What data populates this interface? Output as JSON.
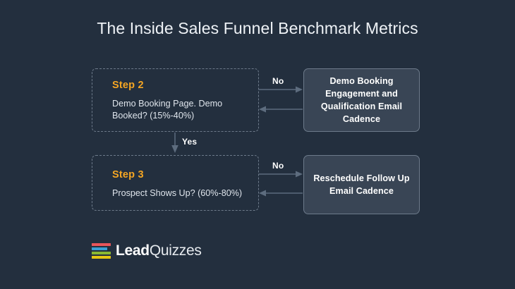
{
  "page": {
    "title": "The Inside Sales Funnel Benchmark Metrics",
    "background_color": "#232f3e",
    "accent_color": "#f5a623",
    "connector_color": "#5d6c7e",
    "action_box_fill": "#394555",
    "border_color": "#6d7a8a"
  },
  "diagram": {
    "decision_nodes": [
      {
        "id": "step2",
        "step_label": "Step 2",
        "description": "Demo Booking Page. Demo Booked? (15%-40%)",
        "metric_range": "15%-40%"
      },
      {
        "id": "step3",
        "step_label": "Step 3",
        "description": "Prospect Shows Up? (60%-80%)",
        "metric_range": "60%-80%"
      }
    ],
    "action_nodes": [
      {
        "id": "cadence1",
        "label": "Demo Booking Engagement and Qualification Email Cadence"
      },
      {
        "id": "cadence2",
        "label": "Reschedule Follow Up Email Cadence"
      }
    ],
    "edge_labels": {
      "no_1": "No",
      "no_2": "No",
      "yes": "Yes"
    }
  },
  "logo": {
    "name_bold": "Lead",
    "name_light": "Quizzes",
    "mark_colors": [
      "#e8565a",
      "#3b9fd4",
      "#8ab833",
      "#e5c612"
    ]
  }
}
